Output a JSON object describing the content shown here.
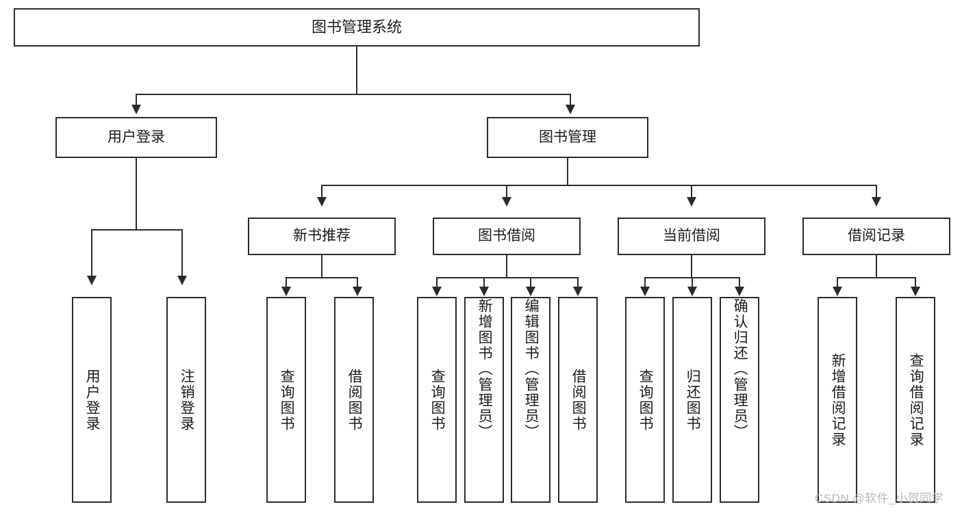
{
  "diagram": {
    "title": "图书管理系统",
    "type": "tree-hierarchy",
    "root": {
      "id": "root",
      "label": "图书管理系统"
    },
    "level1": [
      {
        "id": "user-login",
        "label": "用户登录"
      },
      {
        "id": "book-management",
        "label": "图书管理"
      }
    ],
    "level2": [
      {
        "id": "new-book-recommend",
        "label": "新书推荐",
        "parent": "book-management"
      },
      {
        "id": "book-borrow",
        "label": "图书借阅",
        "parent": "book-management"
      },
      {
        "id": "current-borrow",
        "label": "当前借阅",
        "parent": "book-management"
      },
      {
        "id": "borrow-record",
        "label": "借阅记录",
        "parent": "book-management"
      }
    ],
    "leaves": {
      "user-login": [
        {
          "id": "leaf-user-login",
          "label": "用户登录"
        },
        {
          "id": "leaf-logout-login",
          "label": "注销登录"
        }
      ],
      "new-book-recommend": [
        {
          "id": "leaf-query-book-1",
          "label": "查询图书"
        },
        {
          "id": "leaf-borrow-book-1",
          "label": "借阅图书"
        }
      ],
      "book-borrow": [
        {
          "id": "leaf-query-book-2",
          "label": "查询图书"
        },
        {
          "id": "leaf-add-book",
          "label": "新增图书（管理员）"
        },
        {
          "id": "leaf-edit-book",
          "label": "编辑图书（管理员）"
        },
        {
          "id": "leaf-borrow-book-2",
          "label": "借阅图书"
        }
      ],
      "current-borrow": [
        {
          "id": "leaf-query-book-3",
          "label": "查询图书"
        },
        {
          "id": "leaf-return-book",
          "label": "归还图书"
        },
        {
          "id": "leaf-confirm-return",
          "label": "确认归还（管理员）"
        }
      ],
      "borrow-record": [
        {
          "id": "leaf-add-record",
          "label": "新增借阅记录"
        },
        {
          "id": "leaf-query-record",
          "label": "查询借阅记录"
        }
      ]
    }
  },
  "watermark": {
    "text": "CSDN @软件_小贺同学"
  },
  "colors": {
    "line": "#2b2b2b",
    "box_fill": "#ffffff",
    "text": "#1b1b1b",
    "watermark": "#b9b9b9",
    "background": "#ffffff"
  }
}
